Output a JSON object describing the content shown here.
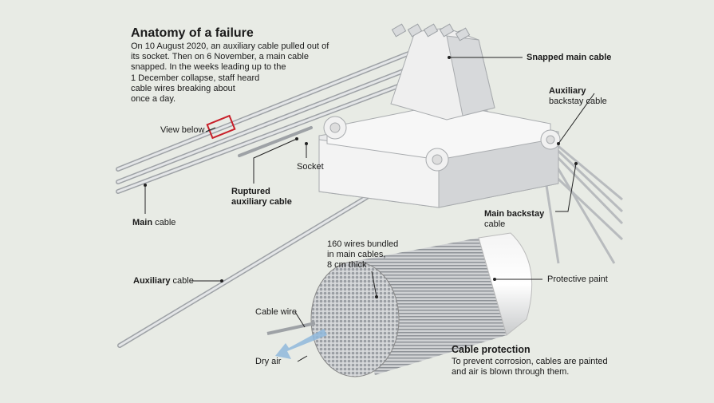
{
  "header": {
    "title": "Anatomy of a failure",
    "intro_lines": [
      "On 10 August 2020, an auxiliary cable pulled out of",
      "its socket. Then on 6 November, a main cable",
      "snapped. In the weeks leading up to the",
      "1 December collapse, staff heard",
      "cable wires breaking about",
      "once a day."
    ]
  },
  "labels": {
    "view_below": "View below",
    "snapped_main_cable": "Snapped main cable",
    "aux_backstay_bold": "Auxiliary",
    "aux_backstay_rest": "backstay cable",
    "socket": "Socket",
    "ruptured_line1": "Ruptured",
    "ruptured_line2": "auxiliary cable",
    "main_cable_bold": "Main",
    "main_cable_rest": " cable",
    "main_backstay_bold": "Main backstay",
    "main_backstay_rest": "cable",
    "wires_line1": "160 wires bundled",
    "wires_line2": "in main cables,",
    "wires_line3": "8 cm thick",
    "protective_paint": "Protective paint",
    "aux_cable_bold": "Auxiliary",
    "aux_cable_rest": " cable",
    "cable_wire": "Cable wire",
    "dry_air": "Dry air"
  },
  "protection": {
    "heading": "Cable protection",
    "line1": "To prevent corrosion, cables are painted",
    "line2": "and air is blown through them."
  },
  "colors": {
    "background": "#e8ebe5",
    "highlight_box": "#c8202a",
    "air_arrow": "#8fb8dc"
  }
}
